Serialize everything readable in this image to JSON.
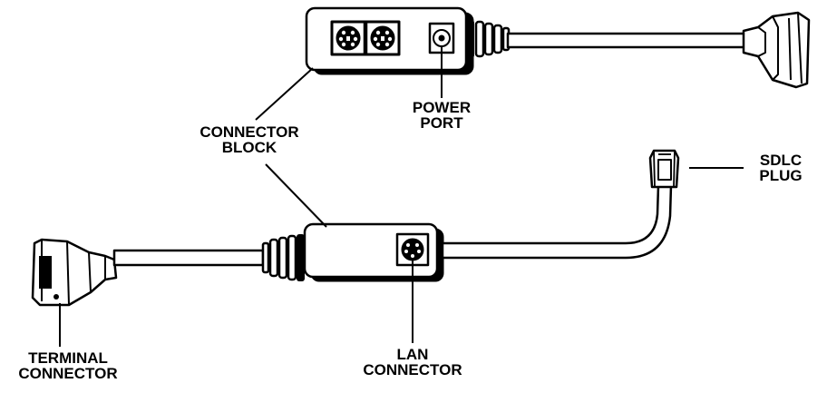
{
  "labels": {
    "power_port": [
      "POWER",
      "PORT"
    ],
    "connector_block": [
      "CONNECTOR",
      "BLOCK"
    ],
    "sdlc_plug": [
      "SDLC",
      "PLUG"
    ],
    "terminal_connector": [
      "TERMINAL",
      "CONNECTOR"
    ],
    "lan_connector": [
      "LAN",
      "CONNECTOR"
    ]
  },
  "colors": {
    "line": "#000000",
    "fill": "#ffffff"
  }
}
